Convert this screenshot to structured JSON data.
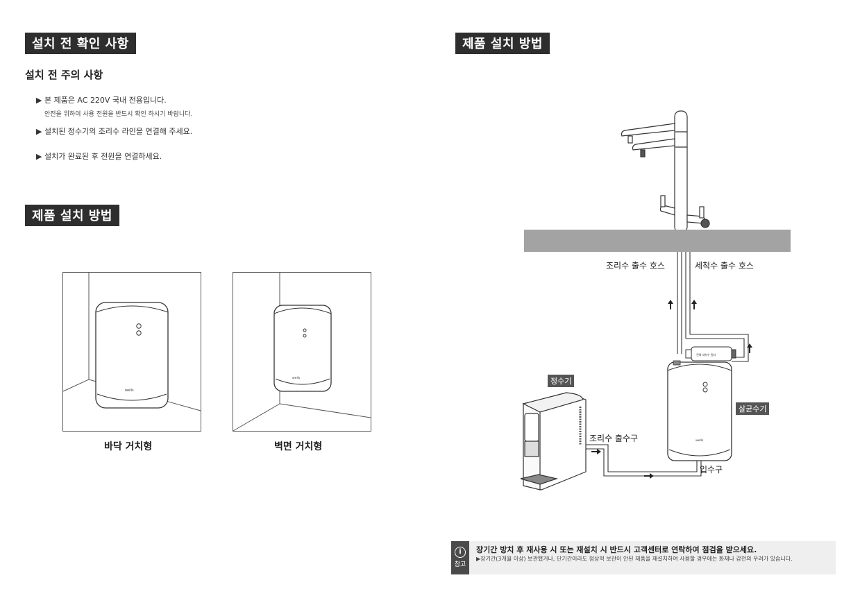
{
  "left": {
    "section1_title": "설치 전 확인 사항",
    "caution_heading": "설치 전 주의 사항",
    "bullets": [
      {
        "text": "▶ 본 제품은 AC 220V 국내 전용입니다.",
        "sub": "안전을 위하여 사용 전원을 반드시 확인 하시기 바랍니다."
      },
      {
        "text": "▶ 설치된 정수기의 조리수 라인을 연결해 주세요."
      },
      {
        "text": "▶ 설치가 완료된 후 전원을 연결하세요."
      }
    ],
    "section2_title": "제품 설치 방법",
    "floor_caption": "바닥 거치형",
    "wall_caption": "벽면 거치형",
    "device_brand": "wells"
  },
  "right": {
    "section_title": "제품 설치 방법",
    "labels": {
      "cooking_hose": "조리수 출수 호스",
      "cleaning_hose": "세척수 출수 호스",
      "purifier": "정수기",
      "sterilizer": "살균수기",
      "cooking_outlet": "조리수 출수구",
      "inlet": "입수구",
      "filter_text": "전해 세척수 필터"
    },
    "note": {
      "icon": "info-icon",
      "tag": "참고",
      "title": "장기간 방치 후 재사용 시 또는 재설치 시 반드시 고객센터로 연락하여 점검을 받으세요.",
      "body": "▶장기간(3개월 이상) 보관했거나, 단기간이라도 정상적 보관이 안된 제품을 재설치하여 사용할 경우에는 화재나 감전의 우려가 있습니다."
    }
  }
}
